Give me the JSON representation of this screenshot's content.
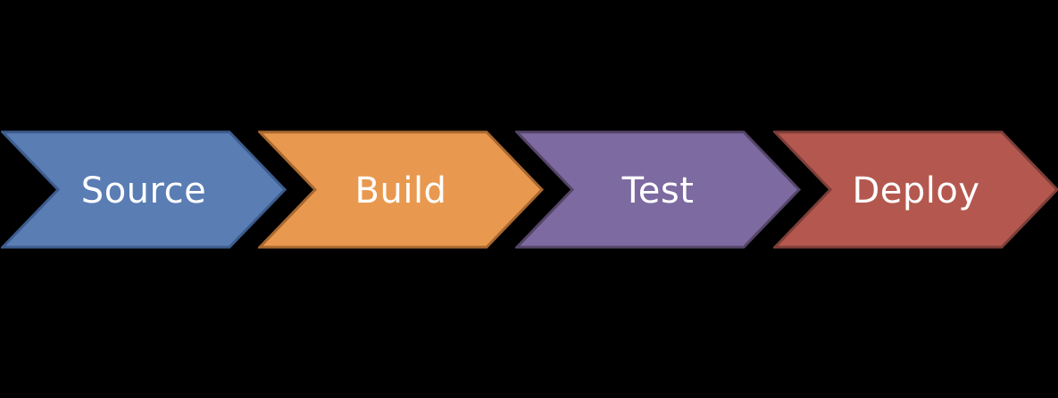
{
  "canvas": {
    "background_color": "#000000"
  },
  "diagram": {
    "type": "horizontal-chevron-process-flow",
    "stages": [
      {
        "label": "Source",
        "fill_color": "#5A7DB4",
        "border_color": "#3D5C8E",
        "text_color": "#FFFFFF"
      },
      {
        "label": "Build",
        "fill_color": "#E9994F",
        "border_color": "#A8682F",
        "text_color": "#FFFFFF"
      },
      {
        "label": "Test",
        "fill_color": "#7C6AA0",
        "border_color": "#544568",
        "text_color": "#FFFFFF"
      },
      {
        "label": "Deploy",
        "fill_color": "#B4584F",
        "border_color": "#7D3E38",
        "text_color": "#FFFFFF"
      }
    ]
  }
}
